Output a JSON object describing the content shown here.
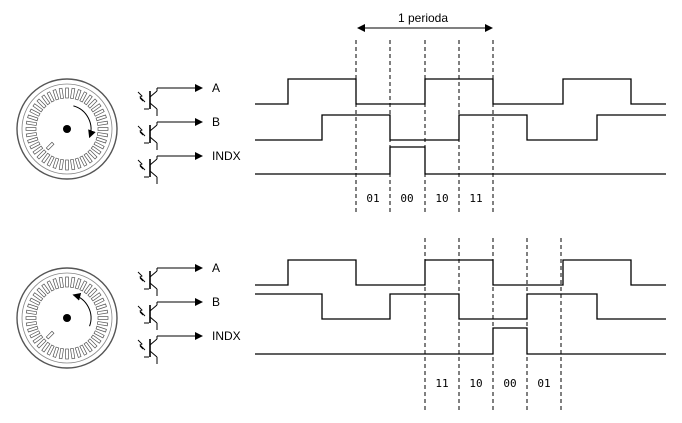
{
  "period_label": "1 perioda",
  "channels": [
    "A",
    "B",
    "INDX"
  ],
  "top": {
    "codes": [
      "01",
      "00",
      "10",
      "11"
    ],
    "direction": "clockwise"
  },
  "bottom": {
    "codes": [
      "11",
      "10",
      "00",
      "01"
    ],
    "direction": "counterclockwise"
  }
}
